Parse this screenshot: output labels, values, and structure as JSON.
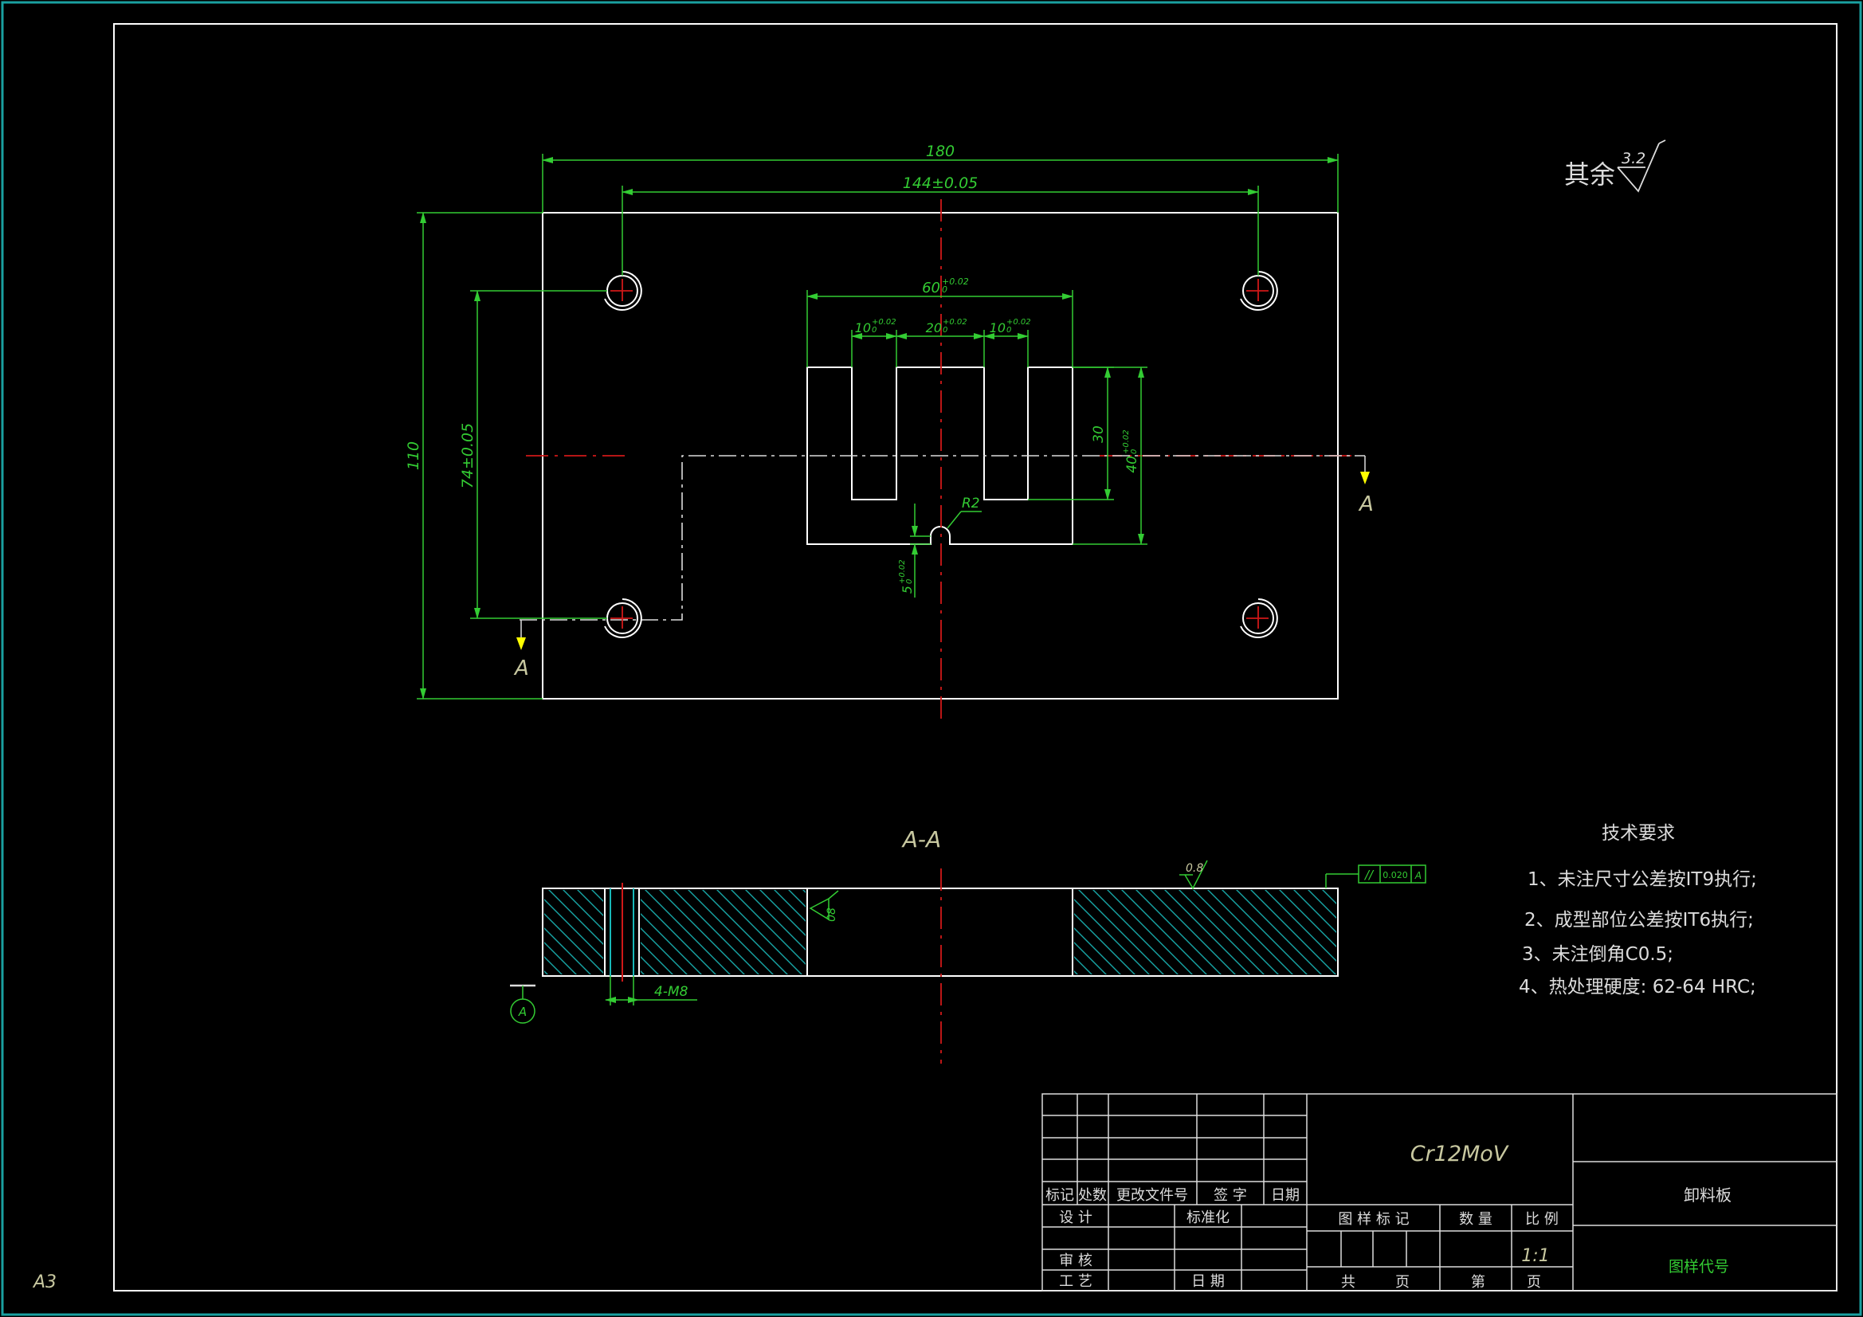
{
  "sheet": {
    "size_label": "A3"
  },
  "roughness": {
    "rest_label": "其余",
    "rest_value": "3.2",
    "surface_value": "0.8"
  },
  "dimensions": {
    "width_overall": "180",
    "hole_pitch_x": "144±0.05",
    "height_overall": "110",
    "hole_pitch_y": "74±0.05",
    "slot_width": "60",
    "slot_width_tol": "+0.02",
    "slot_width_tol_low": "0",
    "left_gap": "10",
    "left_gap_tol": "+0.02",
    "left_gap_tol_low": "0",
    "mid_tab": "20",
    "mid_tab_tol": "+0.02",
    "mid_tab_tol_low": "0",
    "right_gap": "10",
    "right_gap_tol": "+0.02",
    "right_gap_tol_low": "0",
    "slot_depth": "30",
    "slot_height": "40",
    "slot_height_tol": "+0.02",
    "slot_height_tol_low": "0",
    "notch_radius": "R2",
    "notch_depth": "5",
    "notch_depth_tol": "+0.02",
    "notch_depth_tol_low": "0",
    "thickness": "08",
    "thread": "4-M8"
  },
  "section": {
    "title": "A-A",
    "cut_label": "A",
    "datum": "A"
  },
  "tolerance_frame": {
    "symbol": "//",
    "value": "0.020",
    "datum": "A"
  },
  "tech_requirements": {
    "title": "技术要求",
    "items": [
      "1、未注尺寸公差按IT9执行;",
      "2、成型部位公差按IT6执行;",
      "3、未注倒角C0.5;",
      "4、热处理硬度: 62-64 HRC;"
    ]
  },
  "title_block": {
    "material": "Cr12MoV",
    "part_name": "卸料板",
    "drawing_code_label": "图样代号",
    "rev_headers": [
      "标记",
      "处数",
      "更改文件号",
      "签 字",
      "日期"
    ],
    "design": "设 计",
    "standardization": "标准化",
    "review": "审 核",
    "process": "工 艺",
    "date": "日 期",
    "pattern_mark": "图 样 标 记",
    "quantity": "数 量",
    "scale_label": "比 例",
    "scale_value": "1:1",
    "total": "共",
    "sheet_word": "页",
    "number": "第",
    "page_word": "页"
  },
  "colors": {
    "geometry": "#ffffff",
    "dimension": "#33cc33",
    "centerline": "#d01818",
    "hatch": "#18a6a6",
    "annotation": "#c8c8a0",
    "arrow": "#ffff00"
  }
}
